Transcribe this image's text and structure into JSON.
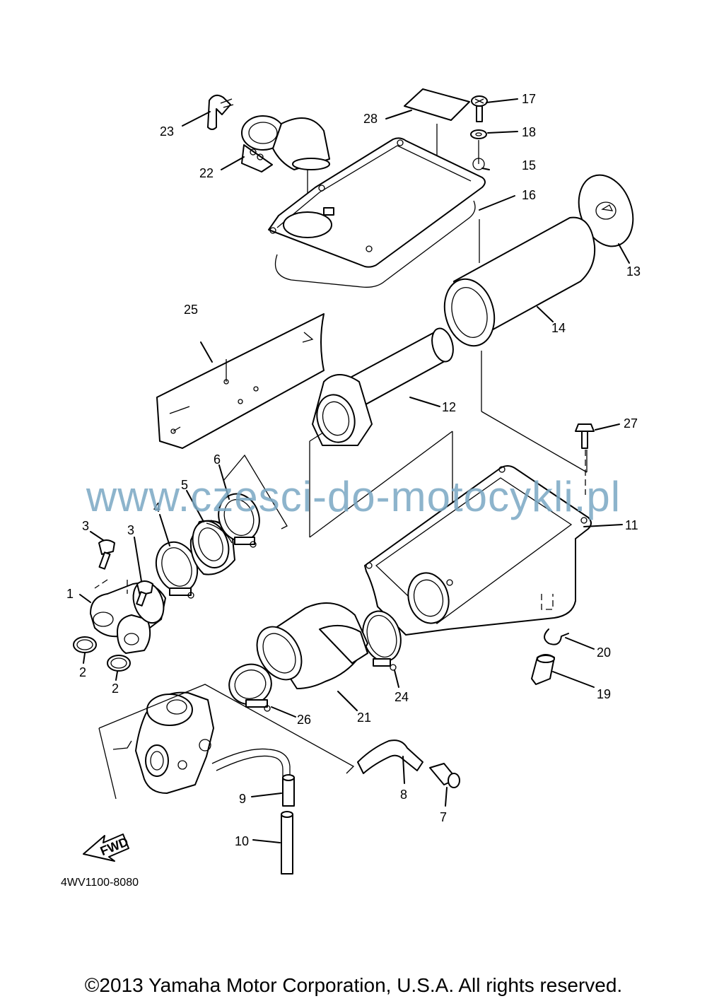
{
  "callouts": {
    "c1": "1",
    "c2a": "2",
    "c2b": "2",
    "c3a": "3",
    "c3b": "3",
    "c4": "4",
    "c5": "5",
    "c6": "6",
    "c7": "7",
    "c8": "8",
    "c9": "9",
    "c10": "10",
    "c11": "11",
    "c12": "12",
    "c13": "13",
    "c14": "14",
    "c15": "15",
    "c16": "16",
    "c17": "17",
    "c18": "18",
    "c19": "19",
    "c20": "20",
    "c21": "21",
    "c22": "22",
    "c23": "23",
    "c24": "24",
    "c25": "25",
    "c26": "26",
    "c27": "27",
    "c28": "28"
  },
  "arrow_label": "FWD",
  "diagram_code": "4WV1100-8080",
  "watermark": "www.czesci-do-motocykli.pl",
  "copyright": "©2013 Yamaha Motor Corporation, U.S.A. All rights reserved."
}
